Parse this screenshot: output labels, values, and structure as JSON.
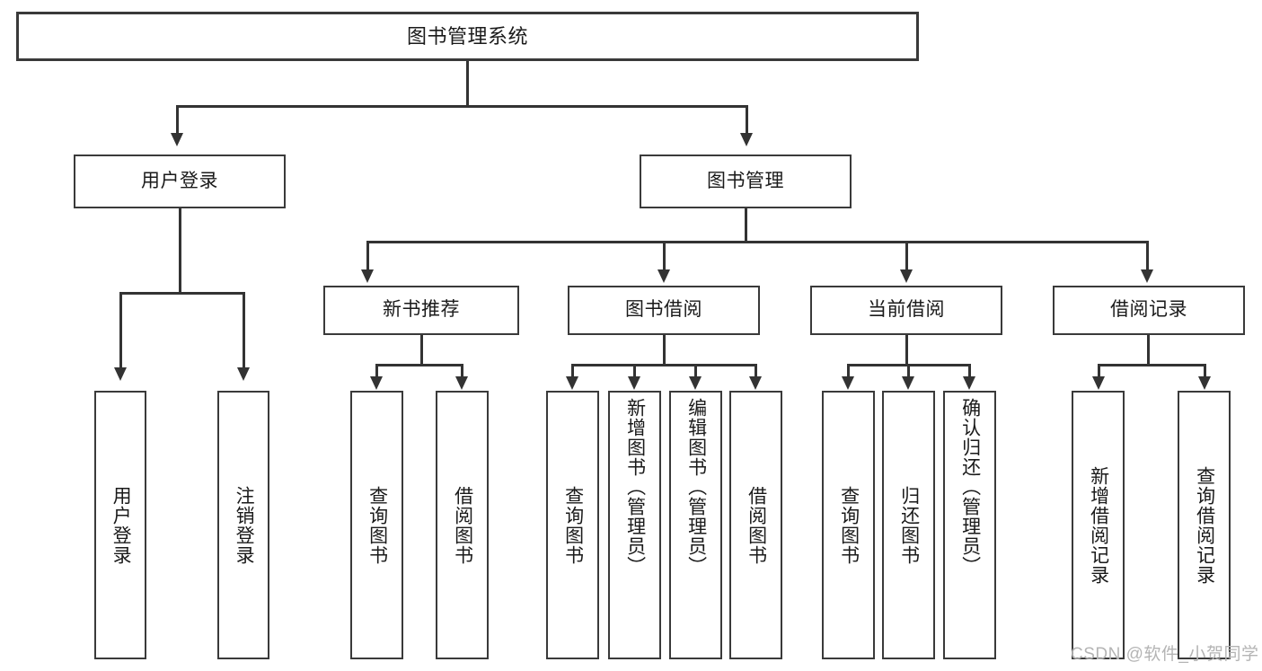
{
  "diagram": {
    "title": "图书管理系统",
    "type": "功能结构图",
    "root": {
      "label": "图书管理系统"
    },
    "level1": [
      {
        "label": "用户登录"
      },
      {
        "label": "图书管理"
      }
    ],
    "level2": [
      {
        "label": "新书推荐"
      },
      {
        "label": "图书借阅"
      },
      {
        "label": "当前借阅"
      },
      {
        "label": "借阅记录"
      }
    ],
    "leaves_user_login": [
      {
        "label": "用户登录"
      },
      {
        "label": "注销登录"
      }
    ],
    "leaves_new_book": [
      {
        "label": "查询图书"
      },
      {
        "label": "借阅图书"
      }
    ],
    "leaves_borrow": [
      {
        "label": "查询图书"
      },
      {
        "label": "新增图书（管理员）"
      },
      {
        "label": "编辑图书（管理员）"
      },
      {
        "label": "借阅图书"
      }
    ],
    "leaves_current": [
      {
        "label": "查询图书"
      },
      {
        "label": "归还图书"
      },
      {
        "label": "确认归还（管理员）"
      }
    ],
    "leaves_records": [
      {
        "label": "新增借阅记录"
      },
      {
        "label": "查询借阅记录"
      }
    ]
  },
  "watermark": {
    "text": "CSDN @软件_小贺同学"
  },
  "colors": {
    "border": "#3a3a3a",
    "line": "#333333",
    "text": "#1a1a1a",
    "background": "#ffffff",
    "watermark": "#b4b4b4"
  }
}
